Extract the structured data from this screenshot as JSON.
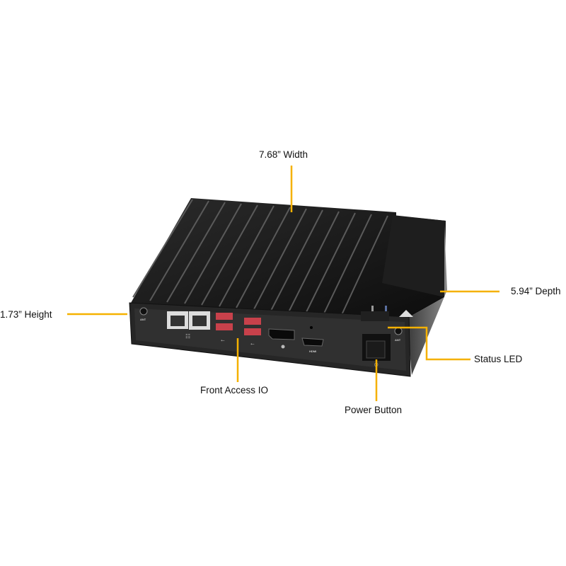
{
  "callouts": {
    "width": "7.68” Width",
    "depth": "5.94” Depth",
    "height": "1.73” Height",
    "front_io": "Front Access IO",
    "power_button": "Power Button",
    "status_led": "Status LED"
  },
  "panel_marks": {
    "ant_left": "ANT",
    "ant_right": "ANT",
    "hdmi": "HDMI"
  },
  "colors": {
    "callout_line": "#F5B100",
    "chassis": "#1a1a1a",
    "usb_port": "#c8414b"
  }
}
